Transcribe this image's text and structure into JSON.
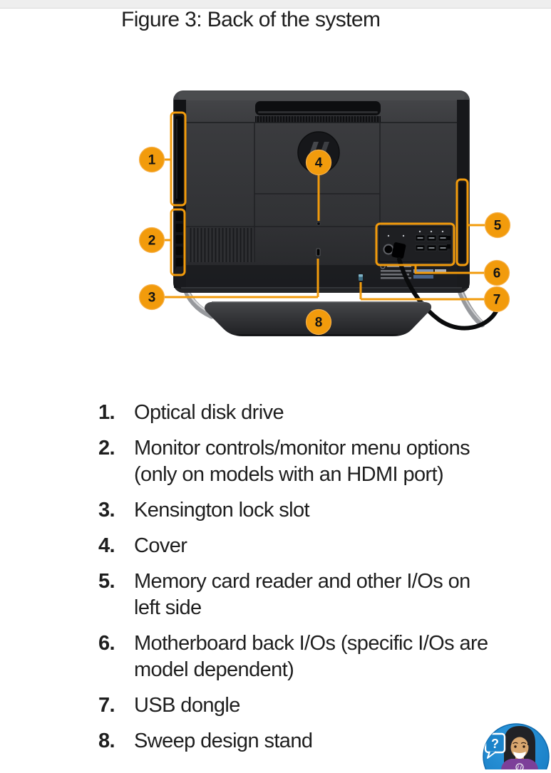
{
  "page": {
    "title": "Figure 3: Back of the system"
  },
  "figure": {
    "description": "Back view of HP all-in-one computer with numbered orange callouts",
    "callout_color": "#F29B0C",
    "callouts": [
      {
        "num": "1",
        "label": "Optical disk drive"
      },
      {
        "num": "2",
        "label": "Monitor controls/monitor menu options (only on models with an HDMI port)"
      },
      {
        "num": "3",
        "label": "Kensington lock slot"
      },
      {
        "num": "4",
        "label": "Cover"
      },
      {
        "num": "5",
        "label": "Memory card reader and other I/Os on left side"
      },
      {
        "num": "6",
        "label": "Motherboard back I/Os (specific I/Os are model dependent)"
      },
      {
        "num": "7",
        "label": "USB dongle"
      },
      {
        "num": "8",
        "label": "Sweep design stand"
      }
    ]
  },
  "legend": {
    "items": [
      {
        "num": "1.",
        "lines": [
          "Optical disk drive"
        ]
      },
      {
        "num": "2.",
        "lines": [
          "Monitor controls/monitor menu options",
          "(only on models with an HDMI port)"
        ]
      },
      {
        "num": "3.",
        "lines": [
          "Kensington lock slot"
        ]
      },
      {
        "num": "4.",
        "lines": [
          "Cover"
        ]
      },
      {
        "num": "5.",
        "lines": [
          "Memory card reader and other I/Os on",
          "left side"
        ]
      },
      {
        "num": "6.",
        "lines": [
          "Motherboard back I/Os (specific I/Os are",
          "model dependent)"
        ]
      },
      {
        "num": "7.",
        "lines": [
          "USB dongle"
        ]
      },
      {
        "num": "8.",
        "lines": [
          "Sweep design stand"
        ]
      }
    ]
  },
  "assistant": {
    "question_mark": "?",
    "icon": "virtual-agent-avatar",
    "colors": {
      "circle": "#1B83CA",
      "shirt": "#7C3F99",
      "bubble_stroke": "#FFFFFF"
    }
  }
}
